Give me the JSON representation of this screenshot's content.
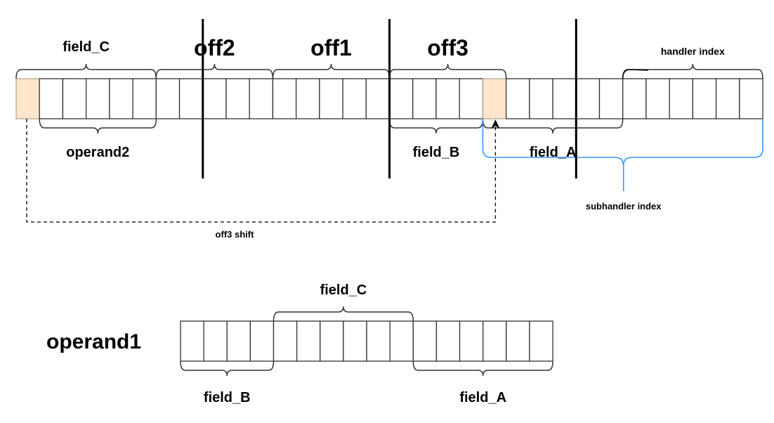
{
  "diagram": {
    "top_register": {
      "cell_count": 32,
      "highlighted_cells": [
        0,
        20
      ],
      "top_labels": [
        {
          "id": "field_C",
          "text": "field_C",
          "from": 0,
          "to": 6,
          "size": "md"
        },
        {
          "id": "off2",
          "text": "off2",
          "from": 6,
          "to": 11,
          "size": "lg"
        },
        {
          "id": "off1",
          "text": "off1",
          "from": 11,
          "to": 16,
          "size": "lg"
        },
        {
          "id": "off3",
          "text": "off3",
          "from": 16,
          "to": 21,
          "size": "lg"
        },
        {
          "id": "handler_index",
          "text": "handler index",
          "from": 26,
          "to": 32,
          "size": "sm"
        }
      ],
      "bottom_labels": [
        {
          "id": "operand2",
          "text": "operand2",
          "from": 1,
          "to": 6
        },
        {
          "id": "field_B",
          "text": "field_B",
          "from": 16,
          "to": 20
        },
        {
          "id": "field_A",
          "text": "field_A",
          "from": 20,
          "to": 26
        }
      ],
      "blue_brace": {
        "id": "subhandler_index",
        "text": "subhandler index",
        "from": 20,
        "to": 32
      },
      "dividers_after_cell": [
        8,
        16,
        24
      ],
      "shift_arrow": {
        "text": "off3 shift",
        "from_cell": 0,
        "to_cell": 20
      }
    },
    "bottom_register": {
      "title": "operand1",
      "cell_count": 16,
      "top_labels": [
        {
          "id": "field_C",
          "text": "field_C",
          "from": 4,
          "to": 10
        }
      ],
      "bottom_labels": [
        {
          "id": "field_B",
          "text": "field_B",
          "from": 0,
          "to": 4
        },
        {
          "id": "field_A",
          "text": "field_A",
          "from": 10,
          "to": 16
        }
      ]
    },
    "colors": {
      "highlight": "#FFE6CC",
      "blue_brace": "#3399FF",
      "cell_border": "#333333"
    }
  }
}
